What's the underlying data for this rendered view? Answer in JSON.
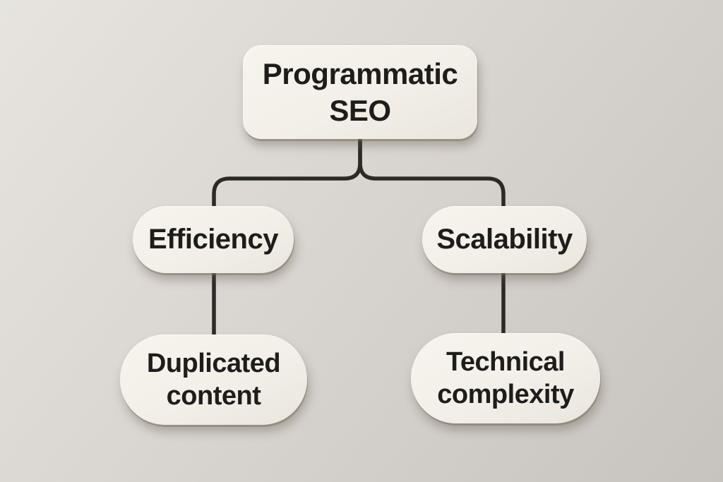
{
  "colors": {
    "background_top_left": "#e7e4df",
    "background_mid": "#d9d5d0",
    "background_bottom_right": "#c7c3be",
    "node_fill_light": "#f7f4ee",
    "node_fill": "#f2efe8",
    "node_fill_shade": "#eae6de",
    "connector": "#2b2a26",
    "text": "#1e1d1a"
  },
  "nodes": {
    "root": {
      "label": "Programmatic SEO"
    },
    "level1": [
      {
        "label": "Efficiency"
      },
      {
        "label": "Scalability"
      }
    ],
    "level2": [
      {
        "label": "Duplicated content"
      },
      {
        "label": "Technical complexity"
      }
    ]
  }
}
